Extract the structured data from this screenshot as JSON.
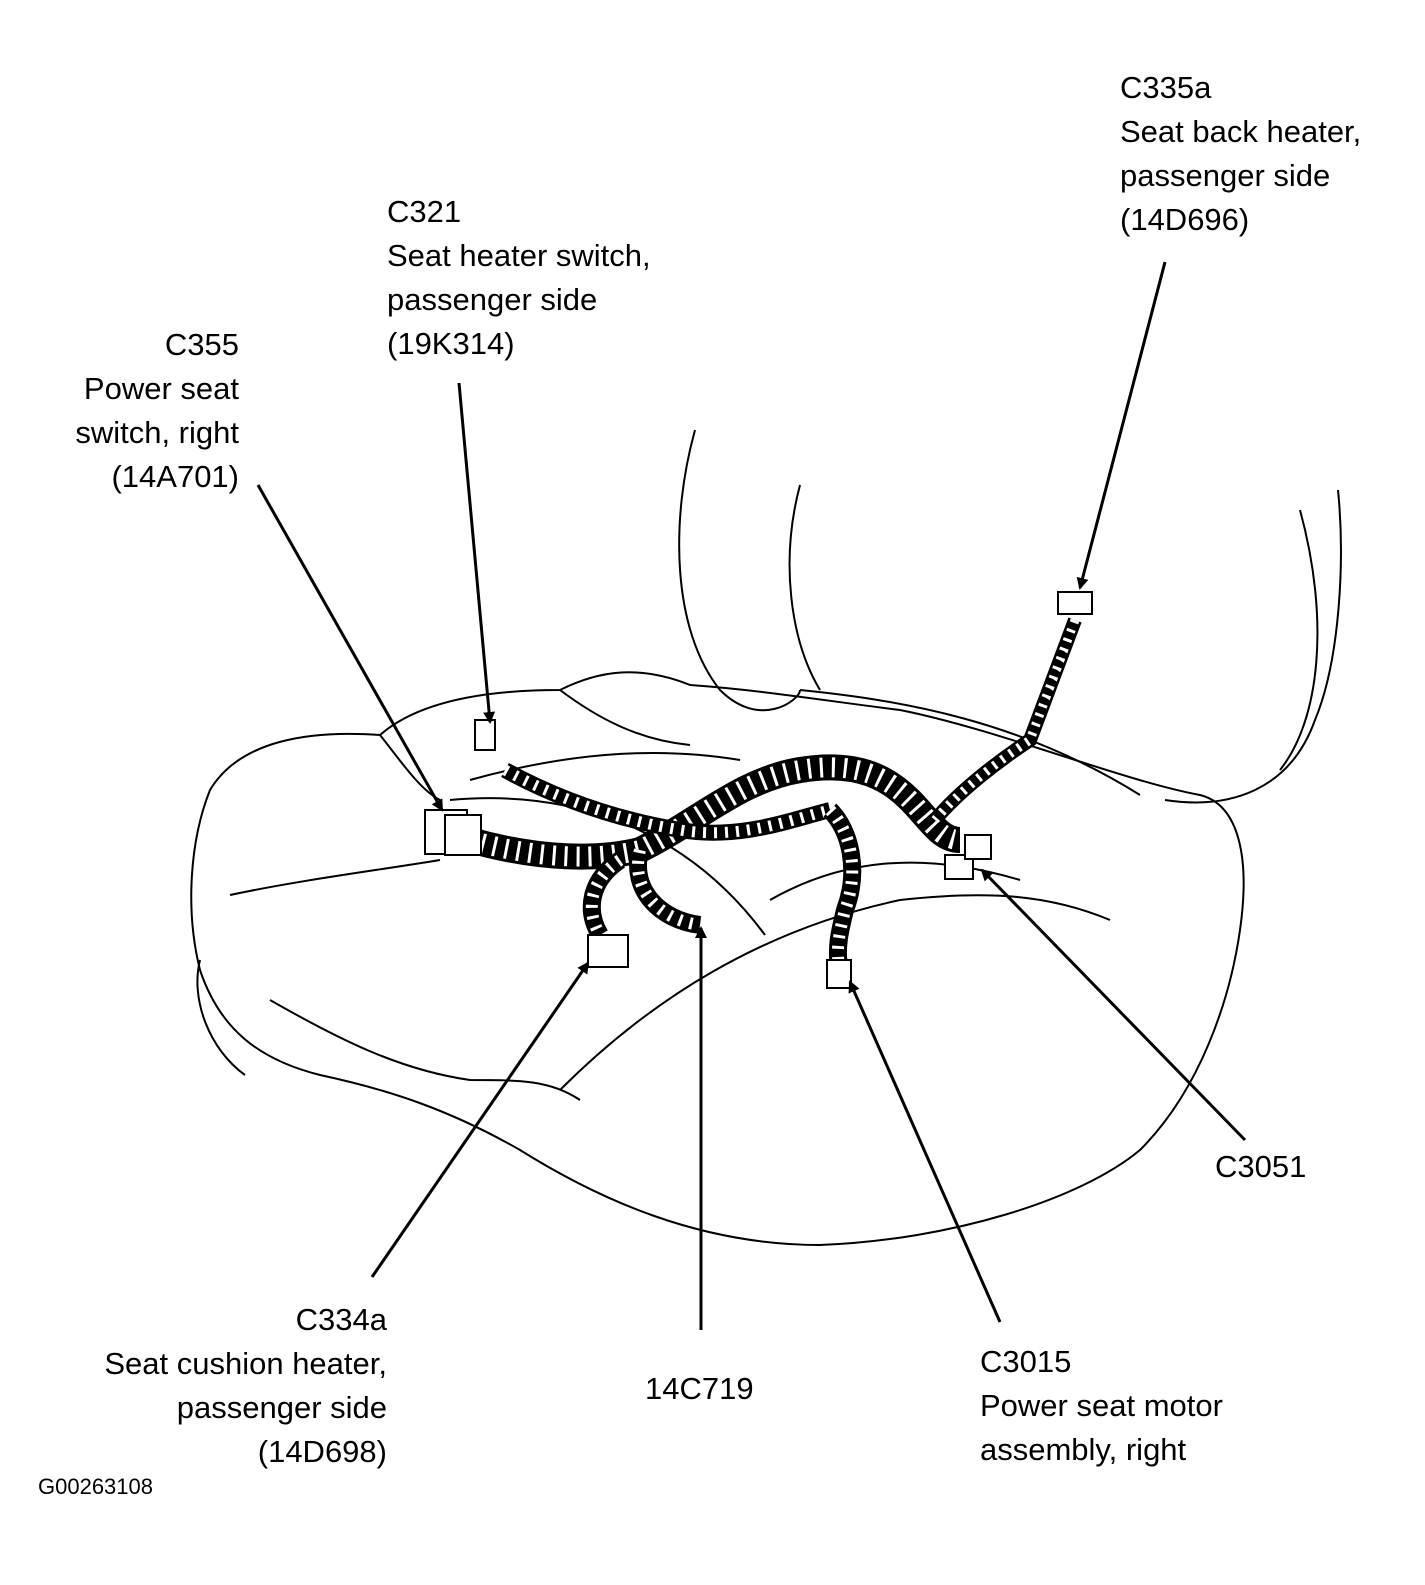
{
  "figure_id": "G00263108",
  "callouts": {
    "c335a": {
      "code": "C335a",
      "lines": [
        "Seat back heater,",
        "passenger side",
        "(14D696)"
      ]
    },
    "c321": {
      "code": "C321",
      "lines": [
        "Seat heater switch,",
        "passenger side",
        "(19K314)"
      ]
    },
    "c355": {
      "code": "C355",
      "lines": [
        "Power seat",
        "switch, right",
        "(14A701)"
      ]
    },
    "c3051": {
      "code": "C3051",
      "lines": []
    },
    "c334a": {
      "code": "C334a",
      "lines": [
        "Seat cushion heater,",
        "passenger side",
        "(14D698)"
      ]
    },
    "c14c719": {
      "code": "14C719",
      "lines": []
    },
    "c3015": {
      "code": "C3015",
      "lines": [
        "Power seat motor",
        "assembly, right"
      ]
    }
  }
}
